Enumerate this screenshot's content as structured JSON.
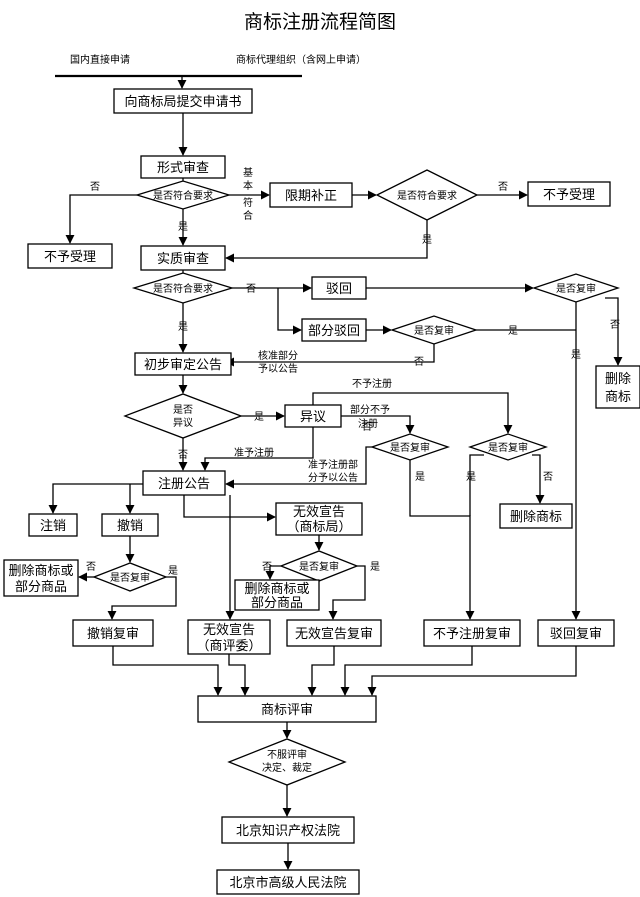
{
  "title": "商标注册流程简图",
  "sources": {
    "direct": "国内直接申请",
    "agent": "商标代理组织（含网上申请）"
  },
  "nodes": {
    "submit": "向商标局提交申请书",
    "formal_review": "形式审查",
    "formal_check": "是否符合要求",
    "correction": "限期补正",
    "correction_check": "是否符合要求",
    "reject_accept_right": "不予受理",
    "reject_accept_left": "不予受理",
    "substantive_review": "实质审查",
    "substantive_check": "是否符合要求",
    "rejection": "驳回",
    "partial_rejection": "部分驳回",
    "partial_review_check": "是否复审",
    "rejection_review_check": "是否复审",
    "delete_mark_right": [
      "删除",
      "商标"
    ],
    "preliminary_announcement": "初步审定公告",
    "objection_check": [
      "是否",
      "异议"
    ],
    "objection": "异议",
    "objection_review_check_1": "是否复审",
    "objection_review_check_2": "是否复审",
    "delete_mark_mid": "删除商标",
    "registration_announcement": "注册公告",
    "cancellation": "注销",
    "revocation": "撤销",
    "revocation_review_check": "是否复审",
    "delete_mark_or_goods_left": [
      "删除商标或",
      "部分商品"
    ],
    "invalidation_tmo": [
      "无效宣告",
      "（商标局）"
    ],
    "invalidation_review_check": "是否复审",
    "delete_mark_or_goods_mid": [
      "删除商标或",
      "部分商品"
    ],
    "invalidation_trab": [
      "无效宣告",
      "（商评委）"
    ],
    "revocation_review": "撤销复审",
    "invalidation_review": "无效宣告复审",
    "non_registration_review": "不予注册复审",
    "rejection_review": "驳回复审",
    "review_board": "商标评审",
    "dissatisfied_check": [
      "不服评审",
      "决定、裁定"
    ],
    "ip_court": "北京知识产权法院",
    "high_court": "北京市高级人民法院"
  },
  "labels": {
    "no": "否",
    "yes": "是",
    "basic_conform": [
      "基",
      "本",
      "符",
      "合"
    ],
    "approve_part": [
      "核准部分",
      "予以公告"
    ],
    "not_register": "不予注册",
    "partial_not": [
      "部分不予",
      "注册"
    ],
    "grant_register": "准予注册",
    "grant_part": [
      "准予注册部",
      "分予以公告"
    ]
  }
}
